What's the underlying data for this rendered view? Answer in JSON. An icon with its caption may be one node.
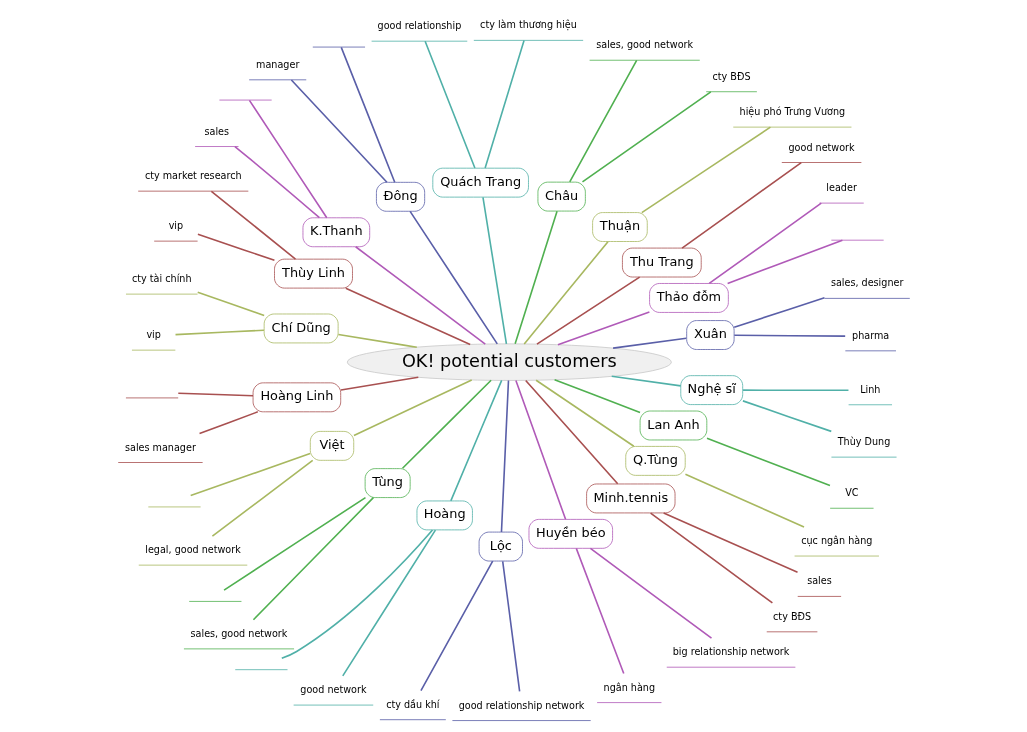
{
  "diagram": {
    "nodes": [
      {
        "text": [
          "OK! potential customers"
        ]
      },
      {
        "text": [
          "Xuân"
        ]
      },
      {
        "text": [
          "pharma"
        ]
      },
      {
        "text": [
          "sales, designer"
        ]
      },
      {
        "text": [
          "Thảo đỗm"
        ]
      },
      {
        "text": [],
        "shape": "bar"
      },
      {
        "text": [
          "leader"
        ]
      },
      {
        "text": [
          "Thu Trang"
        ]
      },
      {
        "text": [
          "good network"
        ]
      },
      {
        "text": [
          "Thuận"
        ]
      },
      {
        "text": [
          "hiệu phó Trưng Vương"
        ]
      },
      {
        "text": [
          "Châu"
        ]
      },
      {
        "text": [
          "cty BĐS"
        ]
      },
      {
        "text": [
          "sales, good network"
        ]
      },
      {
        "text": [
          "Quách Trang"
        ]
      },
      {
        "text": [
          "cty làm thương hiệu"
        ]
      },
      {
        "text": [
          "good relationship"
        ]
      },
      {
        "text": [
          "Đông"
        ]
      },
      {
        "text": [],
        "shape": "bar"
      },
      {
        "text": [
          "manager"
        ]
      },
      {
        "text": [
          "K.Thanh"
        ]
      },
      {
        "text": [],
        "shape": "bar"
      },
      {
        "text": [
          "sales"
        ]
      },
      {
        "text": [
          "Thùy Linh"
        ]
      },
      {
        "text": [
          "cty market research"
        ]
      },
      {
        "text": [
          "vip"
        ]
      },
      {
        "text": [
          "Chí Dũng"
        ]
      },
      {
        "text": [
          "cty tài chính"
        ]
      },
      {
        "text": [
          "vip"
        ]
      },
      {
        "text": [
          "Hoàng Linh"
        ]
      },
      {
        "text": [],
        "shape": "bar"
      },
      {
        "text": [
          "sales manager"
        ]
      },
      {
        "text": [
          "Việt"
        ]
      },
      {
        "text": [],
        "shape": "bar"
      },
      {
        "text": [
          "legal, good network"
        ]
      },
      {
        "text": [
          "Tùng"
        ]
      },
      {
        "text": [],
        "shape": "bar"
      },
      {
        "text": [
          "sales, good network"
        ]
      },
      {
        "text": [
          "Hoàng"
        ]
      },
      {
        "text": [],
        "shape": "bar"
      },
      {
        "text": [
          "good network"
        ]
      },
      {
        "text": [
          "Lộc"
        ]
      },
      {
        "text": [
          "cty dầu khí"
        ]
      },
      {
        "text": [
          "good relationship network"
        ]
      },
      {
        "text": [
          "Huyền béo"
        ]
      },
      {
        "text": [
          "ngân hàng"
        ]
      },
      {
        "text": [
          "big relationship network"
        ]
      },
      {
        "text": [
          "Minh.tennis"
        ]
      },
      {
        "text": [
          "cty BĐS"
        ]
      },
      {
        "text": [
          "sales"
        ]
      },
      {
        "text": [
          "Q.Tùng"
        ]
      },
      {
        "text": [
          "cục ngân hàng"
        ]
      },
      {
        "text": [
          "Lan Anh"
        ]
      },
      {
        "text": [
          "VC"
        ]
      },
      {
        "text": [
          "Nghệ sĩ"
        ]
      },
      {
        "text": [
          "Thùy Dung"
        ]
      },
      {
        "text": [
          "Linh"
        ]
      }
    ],
    "edges": [
      {
        "from": 0,
        "to": 1,
        "arrow": "none",
        "color": "#5a5fa8"
      },
      {
        "from": 1,
        "to": 2,
        "arrow": "none",
        "color": "#5a5fa8"
      },
      {
        "from": 1,
        "to": 3,
        "arrow": "none",
        "color": "#5a5fa8"
      },
      {
        "from": 0,
        "to": 4,
        "arrow": "none",
        "color": "#b05ab8"
      },
      {
        "from": 4,
        "to": 5,
        "arrow": "none",
        "color": "#b05ab8"
      },
      {
        "from": 4,
        "to": 6,
        "arrow": "none",
        "color": "#b05ab8"
      },
      {
        "from": 0,
        "to": 7,
        "arrow": "none",
        "color": "#a85050"
      },
      {
        "from": 7,
        "to": 8,
        "arrow": "none",
        "color": "#a85050"
      },
      {
        "from": 0,
        "to": 9,
        "arrow": "none",
        "color": "#a8b860"
      },
      {
        "from": 9,
        "to": 10,
        "arrow": "none",
        "color": "#a8b860"
      },
      {
        "from": 0,
        "to": 11,
        "arrow": "none",
        "color": "#50b050"
      },
      {
        "from": 11,
        "to": 12,
        "arrow": "none",
        "color": "#50b050"
      },
      {
        "from": 11,
        "to": 13,
        "arrow": "none",
        "color": "#50b050"
      },
      {
        "from": 0,
        "to": 14,
        "arrow": "none",
        "color": "#50b0a8"
      },
      {
        "from": 14,
        "to": 15,
        "arrow": "none",
        "color": "#50b0a8"
      },
      {
        "from": 14,
        "to": 16,
        "arrow": "none",
        "color": "#50b0a8"
      },
      {
        "from": 0,
        "to": 17,
        "arrow": "none",
        "color": "#5a5fa8"
      },
      {
        "from": 17,
        "to": 18,
        "arrow": "none",
        "color": "#5a5fa8"
      },
      {
        "from": 17,
        "to": 19,
        "arrow": "none",
        "color": "#5a5fa8"
      },
      {
        "from": 0,
        "to": 20,
        "arrow": "none",
        "color": "#b05ab8"
      },
      {
        "from": 20,
        "to": 21,
        "arrow": "none",
        "color": "#b05ab8"
      },
      {
        "from": 20,
        "to": 22,
        "arrow": "none",
        "color": "#b05ab8"
      },
      {
        "from": 0,
        "to": 23,
        "arrow": "none",
        "color": "#a85050"
      },
      {
        "from": 23,
        "to": 24,
        "arrow": "none",
        "color": "#a85050"
      },
      {
        "from": 23,
        "to": 25,
        "arrow": "none",
        "color": "#a85050"
      },
      {
        "from": 0,
        "to": 26,
        "arrow": "none",
        "color": "#a8b860"
      },
      {
        "from": 26,
        "to": 27,
        "arrow": "none",
        "color": "#a8b860"
      },
      {
        "from": 26,
        "to": 28,
        "arrow": "none",
        "color": "#a8b860"
      },
      {
        "from": 0,
        "to": 29,
        "arrow": "none",
        "color": "#a85050"
      },
      {
        "from": 29,
        "to": 30,
        "arrow": "none",
        "color": "#a85050"
      },
      {
        "from": 29,
        "to": 31,
        "arrow": "none",
        "color": "#a85050"
      },
      {
        "from": 0,
        "to": 32,
        "arrow": "none",
        "color": "#a8b860"
      },
      {
        "from": 32,
        "to": 33,
        "arrow": "none",
        "color": "#a8b860"
      },
      {
        "from": 32,
        "to": 34,
        "arrow": "none",
        "color": "#a8b860"
      },
      {
        "from": 0,
        "to": 35,
        "arrow": "none",
        "color": "#50b050"
      },
      {
        "from": 35,
        "to": 36,
        "arrow": "none",
        "color": "#50b050"
      },
      {
        "from": 35,
        "to": 37,
        "arrow": "none",
        "color": "#50b050"
      },
      {
        "from": 0,
        "to": 38,
        "arrow": "none",
        "color": "#50b0a8"
      },
      {
        "from": 38,
        "to": 39,
        "arrow": "none",
        "color": "#50b0a8"
      },
      {
        "from": 38,
        "to": 40,
        "arrow": "none",
        "color": "#50b0a8"
      },
      {
        "from": 0,
        "to": 41,
        "arrow": "none",
        "color": "#5a5fa8"
      },
      {
        "from": 41,
        "to": 42,
        "arrow": "none",
        "color": "#5a5fa8"
      },
      {
        "from": 41,
        "to": 43,
        "arrow": "none",
        "color": "#5a5fa8"
      },
      {
        "from": 0,
        "to": 44,
        "arrow": "none",
        "color": "#b05ab8"
      },
      {
        "from": 44,
        "to": 45,
        "arrow": "none",
        "color": "#b05ab8"
      },
      {
        "from": 44,
        "to": 46,
        "arrow": "none",
        "color": "#b05ab8"
      },
      {
        "from": 0,
        "to": 47,
        "arrow": "none",
        "color": "#a85050"
      },
      {
        "from": 47,
        "to": 48,
        "arrow": "none",
        "color": "#a85050"
      },
      {
        "from": 47,
        "to": 49,
        "arrow": "none",
        "color": "#a85050"
      },
      {
        "from": 0,
        "to": 50,
        "arrow": "none",
        "color": "#a8b860"
      },
      {
        "from": 50,
        "to": 51,
        "arrow": "none",
        "color": "#a8b860"
      },
      {
        "from": 0,
        "to": 52,
        "arrow": "none",
        "color": "#50b050"
      },
      {
        "from": 52,
        "to": 53,
        "arrow": "none",
        "color": "#50b050"
      },
      {
        "from": 0,
        "to": 54,
        "arrow": "none",
        "color": "#50b0a8"
      },
      {
        "from": 54,
        "to": 55,
        "arrow": "none",
        "color": "#50b0a8"
      },
      {
        "from": 54,
        "to": 56,
        "arrow": "none",
        "color": "#50b0a8"
      }
    ]
  }
}
